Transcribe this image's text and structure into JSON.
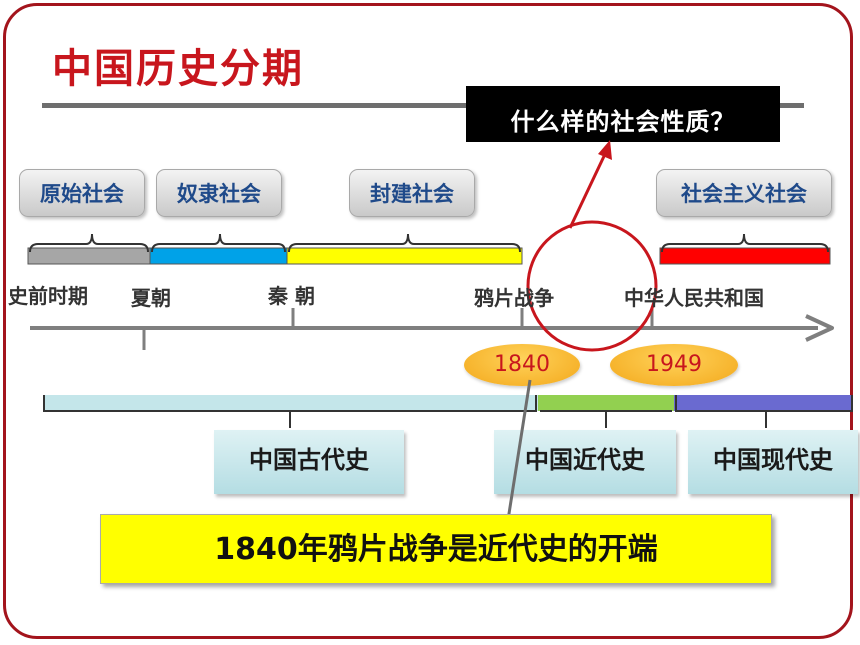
{
  "slide": {
    "title": "中国历史分期",
    "question": "什么样的社会性质？",
    "eras": [
      {
        "label": "原始社会",
        "color": "#a6a6a6"
      },
      {
        "label": "奴隶社会",
        "color": "#00a2e8"
      },
      {
        "label": "封建社会",
        "color": "#ffff00"
      },
      {
        "label": "社会主义社会",
        "color": "#ff0000"
      }
    ],
    "periods": [
      {
        "label": "史前时期"
      },
      {
        "label": "夏朝"
      },
      {
        "label": "秦  朝"
      },
      {
        "label": "鸦片战争"
      },
      {
        "label": "中华人民共和国"
      }
    ],
    "years": [
      {
        "label": "1840"
      },
      {
        "label": "1949"
      }
    ],
    "histories": [
      {
        "label": "中国古代史",
        "color": "#c4e6ea"
      },
      {
        "label": "中国近代史",
        "color": "#92d050"
      },
      {
        "label": "中国现代史",
        "color": "#6a6ad0"
      }
    ],
    "conclusion": "1840年鸦片战争是近代史的开端",
    "accent": "#c8161d"
  }
}
